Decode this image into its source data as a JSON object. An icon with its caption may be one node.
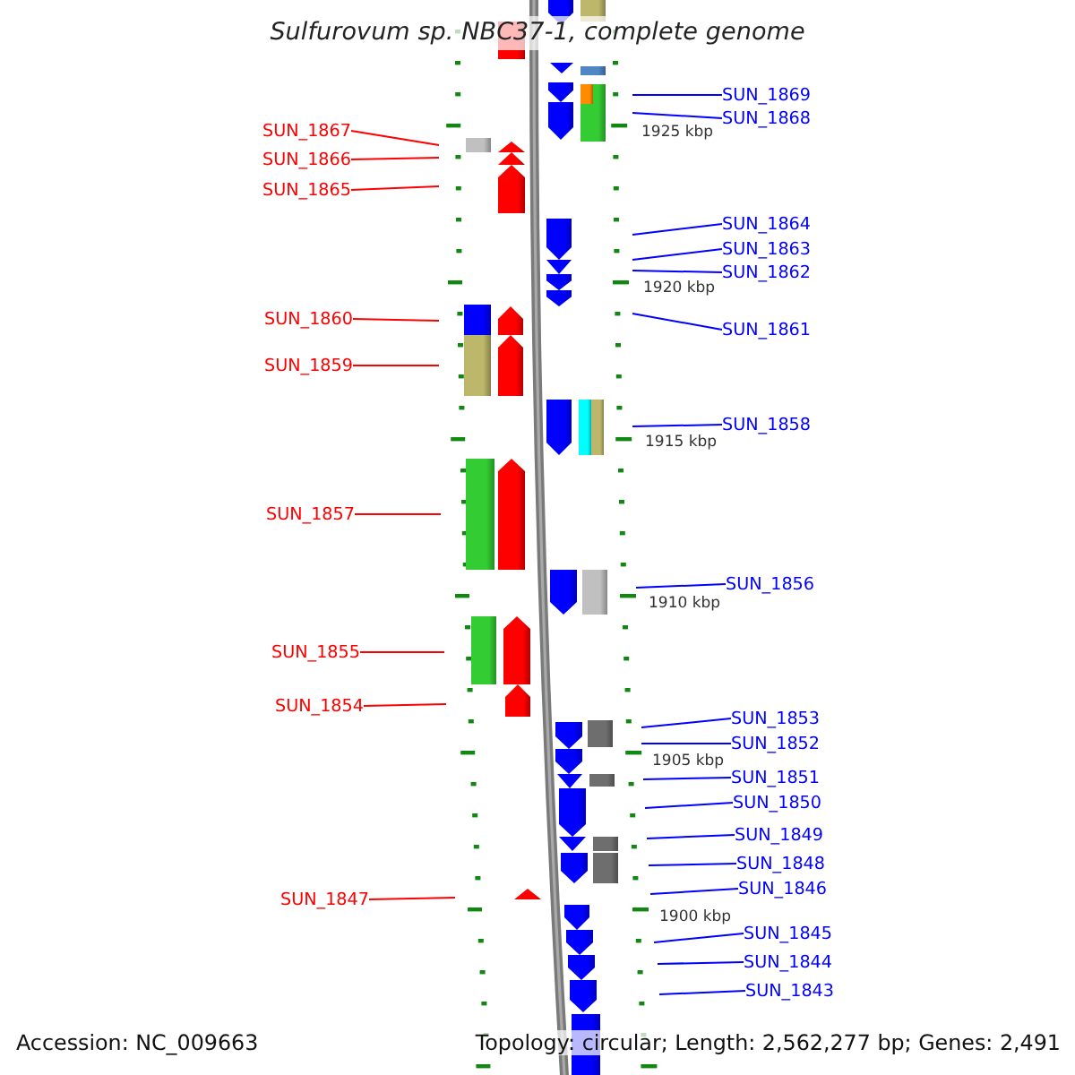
{
  "diagram": {
    "title": "Sulfurovum sp. NBC37-1, complete genome",
    "nodes": [
      {
        "text": [
          "SUN_1869"
        ]
      },
      {
        "text": [
          "SUN_1868"
        ]
      },
      {
        "text": [
          "SUN_1867"
        ]
      },
      {
        "text": [
          "SUN_1866"
        ]
      },
      {
        "text": [
          "SUN_1865"
        ]
      },
      {
        "text": [
          "SUN_1864"
        ]
      },
      {
        "text": [
          "SUN_1863"
        ]
      },
      {
        "text": [
          "SUN_1862"
        ]
      },
      {
        "text": [
          "SUN_1861"
        ]
      },
      {
        "text": [
          "SUN_1860"
        ]
      },
      {
        "text": [
          "SUN_1859"
        ]
      },
      {
        "text": [
          "SUN_1858"
        ]
      },
      {
        "text": [
          "SUN_1857"
        ]
      },
      {
        "text": [
          "SUN_1856"
        ]
      },
      {
        "text": [
          "SUN_1855"
        ]
      },
      {
        "text": [
          "SUN_1854"
        ]
      },
      {
        "text": [
          "SUN_1853"
        ]
      },
      {
        "text": [
          "SUN_1852"
        ]
      },
      {
        "text": [
          "SUN_1851"
        ]
      },
      {
        "text": [
          "SUN_1850"
        ]
      },
      {
        "text": [
          "SUN_1849"
        ]
      },
      {
        "text": [
          "SUN_1848"
        ]
      },
      {
        "text": [
          "SUN_1847"
        ]
      },
      {
        "text": [
          "SUN_1846"
        ]
      },
      {
        "text": [
          "SUN_1845"
        ]
      },
      {
        "text": [
          "SUN_1844"
        ]
      },
      {
        "text": [
          "SUN_1843"
        ]
      }
    ],
    "edges": [
      {
        "from": 0,
        "to": null,
        "arrow": "none"
      },
      {
        "from": 1,
        "to": null,
        "arrow": "none"
      },
      {
        "from": 2,
        "to": null,
        "arrow": "none",
        "color": "#ff0000"
      },
      {
        "from": 3,
        "to": null,
        "arrow": "none",
        "color": "#ff0000"
      },
      {
        "from": 4,
        "to": null,
        "arrow": "none",
        "color": "#ff0000"
      },
      {
        "from": 5,
        "to": null,
        "arrow": "none"
      },
      {
        "from": 6,
        "to": null,
        "arrow": "none"
      },
      {
        "from": 7,
        "to": null,
        "arrow": "none"
      },
      {
        "from": 8,
        "to": null,
        "arrow": "none"
      },
      {
        "from": 9,
        "to": null,
        "arrow": "none",
        "color": "#ff0000"
      },
      {
        "from": 10,
        "to": null,
        "arrow": "none",
        "color": "#ff0000"
      },
      {
        "from": 11,
        "to": null,
        "arrow": "none"
      },
      {
        "from": 12,
        "to": null,
        "arrow": "none",
        "color": "#ff0000"
      },
      {
        "from": 13,
        "to": null,
        "arrow": "none"
      },
      {
        "from": 14,
        "to": null,
        "arrow": "none",
        "color": "#ff0000"
      },
      {
        "from": 15,
        "to": null,
        "arrow": "none",
        "color": "#ff0000"
      },
      {
        "from": 16,
        "to": null,
        "arrow": "none"
      },
      {
        "from": 17,
        "to": null,
        "arrow": "none"
      },
      {
        "from": 18,
        "to": null,
        "arrow": "none"
      },
      {
        "from": 19,
        "to": null,
        "arrow": "none"
      },
      {
        "from": 20,
        "to": null,
        "arrow": "none"
      },
      {
        "from": 21,
        "to": null,
        "arrow": "none"
      },
      {
        "from": 22,
        "to": null,
        "arrow": "none",
        "color": "#ff0000"
      },
      {
        "from": 23,
        "to": null,
        "arrow": "none"
      },
      {
        "from": 24,
        "to": null,
        "arrow": "none"
      },
      {
        "from": 25,
        "to": null,
        "arrow": "none"
      },
      {
        "from": 26,
        "to": null,
        "arrow": "none"
      }
    ],
    "labels": [
      "1925 kbp",
      "1920 kbp",
      "1915 kbp",
      "1910 kbp",
      "1905 kbp",
      "1900 kbp",
      "Accession: NC_009663",
      "Topology: circular; Length: 2,562,277 bp; Genes: 2,491"
    ]
  }
}
